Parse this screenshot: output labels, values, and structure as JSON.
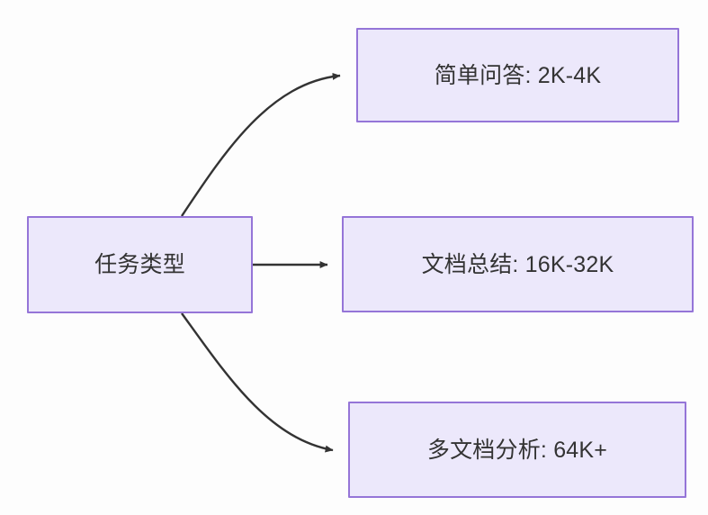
{
  "diagram": {
    "type": "flowchart",
    "direction": "left-to-right",
    "background_color": "#fdfdfd",
    "node_fill_color": "#ece8fb",
    "node_border_color": "#9575d8",
    "text_color": "#333333",
    "edge_color": "#333333",
    "nodes": [
      {
        "id": "source",
        "label": "任务类型"
      },
      {
        "id": "simple_qa",
        "label": "简单问答: 2K-4K"
      },
      {
        "id": "doc_summary",
        "label": "文档总结: 16K-32K"
      },
      {
        "id": "multidoc",
        "label": "多文档分析: 64K+"
      }
    ],
    "edges": [
      {
        "from": "source",
        "to": "simple_qa",
        "style": "curved",
        "arrow": "arrowhead"
      },
      {
        "from": "source",
        "to": "doc_summary",
        "style": "straight",
        "arrow": "arrowhead"
      },
      {
        "from": "source",
        "to": "multidoc",
        "style": "curved",
        "arrow": "arrowhead"
      }
    ]
  }
}
